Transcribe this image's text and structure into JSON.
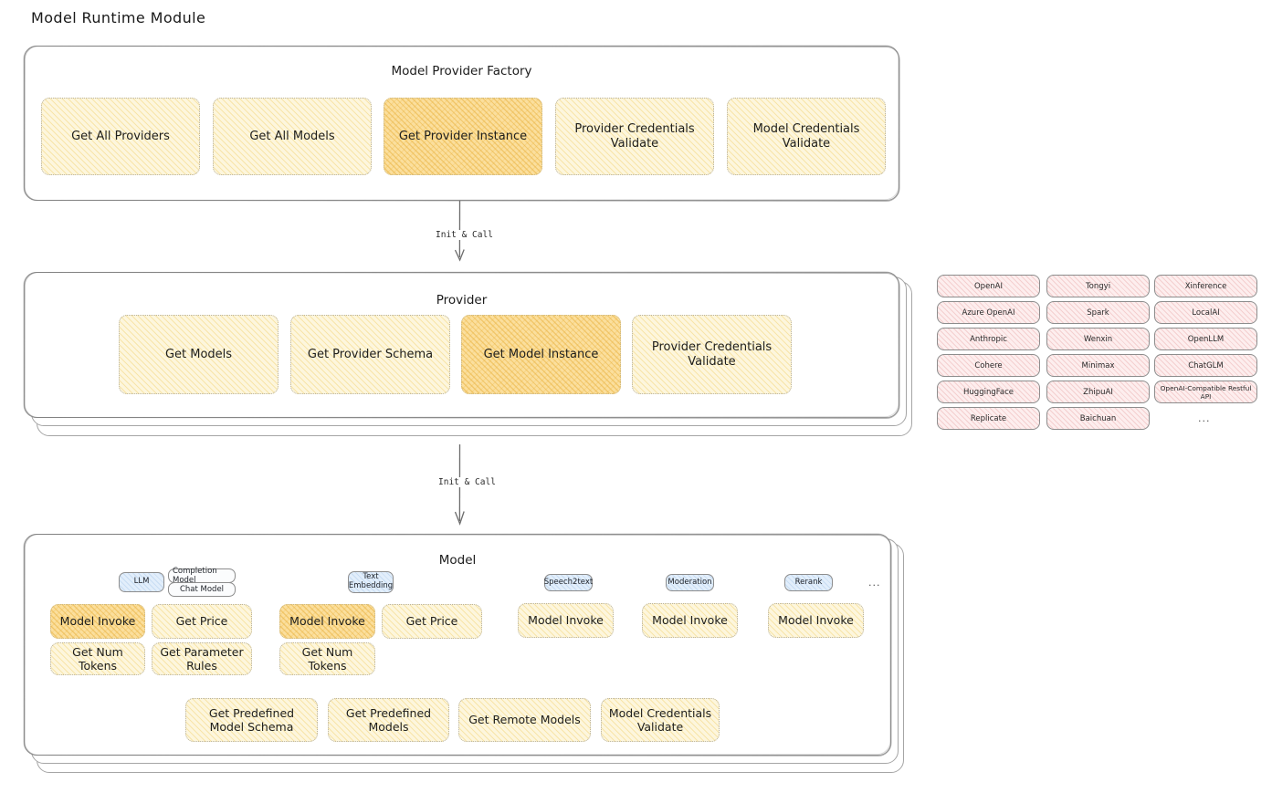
{
  "page": {
    "title": "Model Runtime Module"
  },
  "sections": [
    {
      "id": "model-provider-factory",
      "title": "Model Provider Factory",
      "boxes": [
        {
          "label": "Get All Providers",
          "highlighted": false
        },
        {
          "label": "Get All Models",
          "highlighted": false
        },
        {
          "label": "Get Provider Instance",
          "highlighted": true
        },
        {
          "label": "Provider Credentials Validate",
          "highlighted": false
        },
        {
          "label": "Model Credentials Validate",
          "highlighted": false
        }
      ]
    },
    {
      "id": "provider",
      "title": "Provider",
      "boxes": [
        {
          "label": "Get Models",
          "highlighted": false
        },
        {
          "label": "Get Provider Schema",
          "highlighted": false
        },
        {
          "label": "Get Model Instance",
          "highlighted": true
        },
        {
          "label": "Provider Credentials Validate",
          "highlighted": false
        }
      ]
    },
    {
      "id": "model",
      "title": "Model",
      "common_boxes": [
        {
          "label": "Get Predefined Model Schema"
        },
        {
          "label": "Get Predefined Models"
        },
        {
          "label": "Get Remote Models"
        },
        {
          "label": "Model Credentials Validate"
        }
      ]
    }
  ],
  "arrows": [
    {
      "label": "Init & Call"
    },
    {
      "label": "Init & Call"
    }
  ],
  "model_types": [
    {
      "name": "LLM",
      "sub_chips": [
        "Completion Model",
        "Chat Model"
      ],
      "methods": [
        {
          "label": "Model Invoke",
          "highlighted": true
        },
        {
          "label": "Get Price",
          "highlighted": false
        },
        {
          "label": "Get Num Tokens",
          "highlighted": false
        },
        {
          "label": "Get Parameter Rules",
          "highlighted": false
        }
      ]
    },
    {
      "name": "Text Embedding",
      "sub_chips": [],
      "methods": [
        {
          "label": "Model Invoke",
          "highlighted": true
        },
        {
          "label": "Get Price",
          "highlighted": false
        },
        {
          "label": "Get Num Tokens",
          "highlighted": false
        }
      ]
    },
    {
      "name": "Speech2text",
      "sub_chips": [],
      "methods": [
        {
          "label": "Model Invoke",
          "highlighted": false
        }
      ]
    },
    {
      "name": "Moderation",
      "sub_chips": [],
      "methods": [
        {
          "label": "Model Invoke",
          "highlighted": false
        }
      ]
    },
    {
      "name": "Rerank",
      "sub_chips": [],
      "methods": [
        {
          "label": "Model Invoke",
          "highlighted": false
        }
      ]
    }
  ],
  "model_types_more": "...",
  "providers": {
    "more": "...",
    "columns": [
      [
        "OpenAI",
        "Azure OpenAI",
        "Anthropic",
        "Cohere",
        "HuggingFace",
        "Replicate"
      ],
      [
        "Tongyi",
        "Spark",
        "Wenxin",
        "Minimax",
        "ZhipuAI",
        "Baichuan"
      ],
      [
        "Xinference",
        "LocalAI",
        "OpenLLM",
        "ChatGLM",
        "OpenAI-Compatible Restful API"
      ]
    ]
  },
  "colors": {
    "box_fill": "#fdf6dd",
    "box_fill_highlight": "#fbdf9d",
    "provider_chip": "#fdeeee",
    "model_type_chip": "#e2eefb",
    "panel_border": "#9a9a9a",
    "text": "#1f1f1f"
  }
}
